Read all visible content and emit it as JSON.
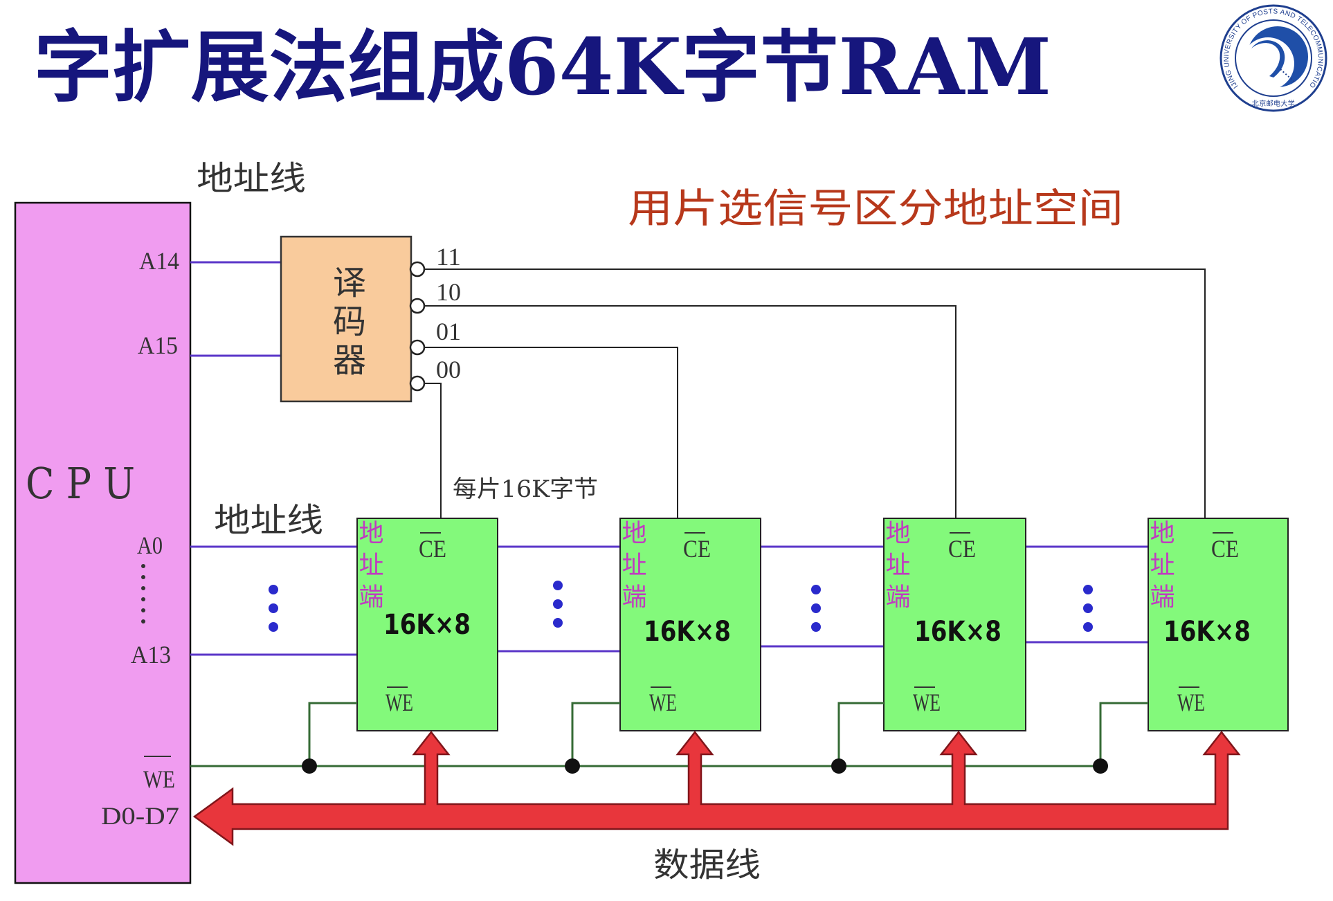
{
  "slide": {
    "title": "字扩展法组成64K字节RAM",
    "annotation": "用片选信号区分地址空间"
  },
  "logo": {
    "text_en": "BEIJING UNIVERSITY OF POSTS AND TELECOMMUNICATIONS",
    "text_cn": "北京邮电大学"
  },
  "labels": {
    "address_lines_top": "地址线",
    "address_lines_chips": "地址线",
    "chip_capacity": "每片16K字节",
    "data_lines": "数据线"
  },
  "cpu": {
    "name": "C P U",
    "pins": {
      "a14": "A14",
      "a15": "A15",
      "a0": "A0",
      "a13": "A13",
      "we": "WE",
      "data": "D0-D7"
    }
  },
  "decoder": {
    "name": "译码器",
    "outputs": [
      "11",
      "10",
      "01",
      "00"
    ]
  },
  "chips": [
    {
      "address_port": "地址端",
      "ce": "CE",
      "size": "16K×8",
      "we": "WE"
    },
    {
      "address_port": "地址端",
      "ce": "CE",
      "size": "16K×8",
      "we": "WE"
    },
    {
      "address_port": "地址端",
      "ce": "CE",
      "size": "16K×8",
      "we": "WE"
    },
    {
      "address_port": "地址端",
      "ce": "CE",
      "size": "16K×8",
      "we": "WE"
    }
  ],
  "colors": {
    "title": "#16167d",
    "annotation": "#b7381b",
    "ink": "#333333",
    "cpu": "#f09cf0",
    "decoder": "#f9cb9c",
    "chip": "#83f97b",
    "port": "#c03cc0",
    "addr": "#5a35c8",
    "dot": "#2a2acc",
    "we": "#356b35",
    "bus": "#e8363c",
    "bus-edge": "#80151a",
    "logo": "#1f3f8f"
  }
}
